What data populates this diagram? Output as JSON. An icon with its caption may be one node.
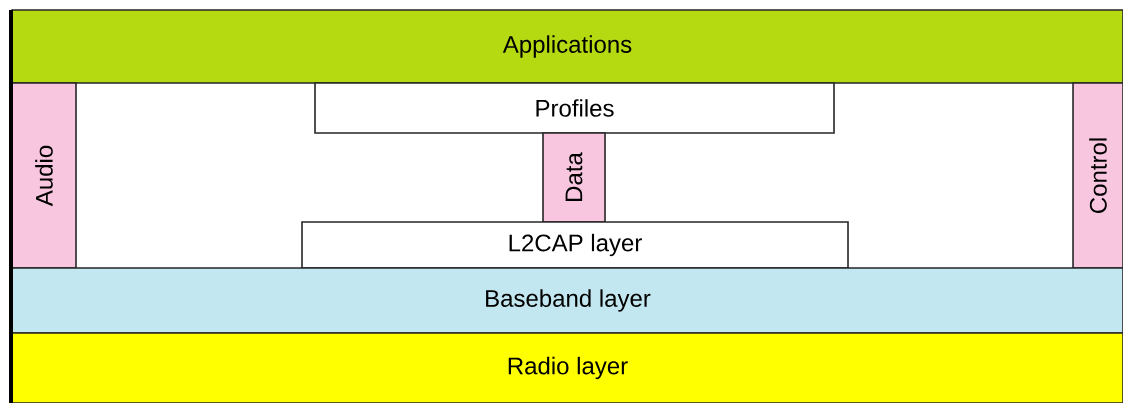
{
  "diagram": {
    "nodes": [
      {
        "text": [
          "Applications"
        ]
      },
      {
        "text": [
          "Audio"
        ]
      },
      {
        "text": [
          "Profiles"
        ]
      },
      {
        "text": [
          "Data"
        ]
      },
      {
        "text": [
          "L2CAP layer"
        ]
      },
      {
        "text": [
          "Control"
        ]
      },
      {
        "text": [
          "Baseband layer"
        ]
      },
      {
        "text": [
          "Radio layer"
        ]
      }
    ]
  }
}
